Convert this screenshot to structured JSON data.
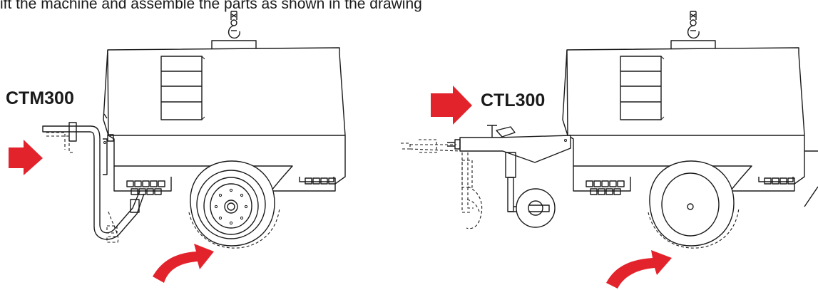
{
  "instruction": "ift the machine and assemble the parts as shown in the drawing",
  "models": {
    "left": "CTM300",
    "right": "CTL300"
  },
  "colors": {
    "arrow": "#e3232c",
    "line": "#1a1a1a",
    "background": "#ffffff"
  },
  "icons": {
    "lifting_hook": "crane-hook-icon",
    "direction_arrow": "red-arrow-icon",
    "rotation_arrow": "curved-red-arrow-icon"
  }
}
